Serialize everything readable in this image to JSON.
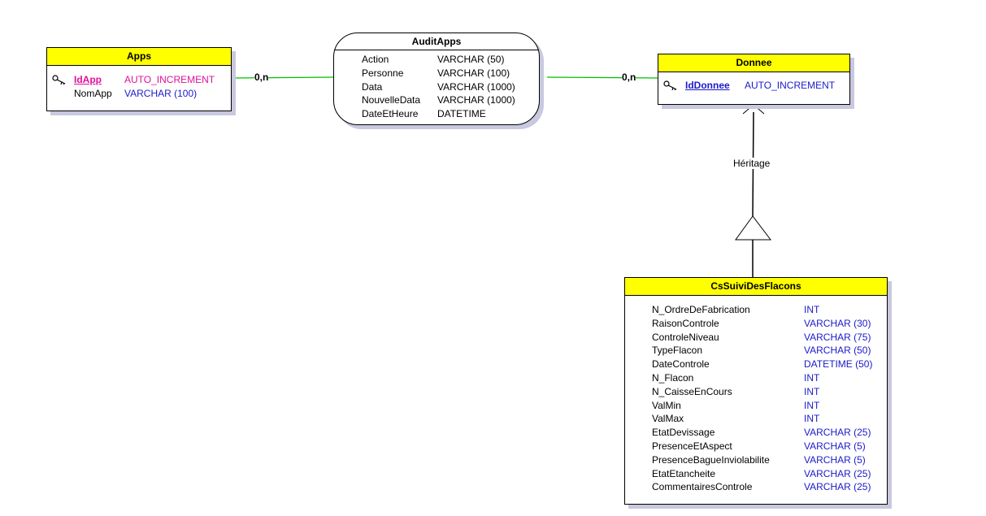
{
  "colors": {
    "header": "#ffff00",
    "link": "#00c000",
    "blue_type": "#1a1acc",
    "magenta_pk": "#e0109a",
    "blue_pk": "#1a1acc"
  },
  "entities": {
    "apps": {
      "title": "Apps",
      "pk": {
        "name": "IdApp",
        "type": "AUTO_INCREMENT"
      },
      "fields": [
        {
          "name": "NomApp",
          "type": "VARCHAR (100)"
        }
      ]
    },
    "donnee": {
      "title": "Donnee",
      "pk": {
        "name": "IdDonnee",
        "type": "AUTO_INCREMENT"
      }
    },
    "cssuivi": {
      "title": "CsSuiviDesFlacons",
      "fields": [
        {
          "name": "N_OrdreDeFabrication",
          "type": "INT"
        },
        {
          "name": "RaisonControle",
          "type": "VARCHAR (30)"
        },
        {
          "name": "ControleNiveau",
          "type": "VARCHAR (75)"
        },
        {
          "name": "TypeFlacon",
          "type": "VARCHAR (50)"
        },
        {
          "name": "DateControle",
          "type": "DATETIME (50)"
        },
        {
          "name": "N_Flacon",
          "type": "INT"
        },
        {
          "name": "N_CaisseEnCours",
          "type": "INT"
        },
        {
          "name": "ValMin",
          "type": "INT"
        },
        {
          "name": "ValMax",
          "type": "INT"
        },
        {
          "name": "EtatDevissage",
          "type": "VARCHAR (25)"
        },
        {
          "name": "PresenceEtAspect",
          "type": "VARCHAR (5)"
        },
        {
          "name": "PresenceBagueInviolabilite",
          "type": "VARCHAR (5)"
        },
        {
          "name": "EtatEtancheite",
          "type": "VARCHAR (25)"
        },
        {
          "name": "CommentairesControle",
          "type": "VARCHAR (25)"
        }
      ]
    }
  },
  "association": {
    "title": "AuditApps",
    "fields": [
      {
        "name": "Action",
        "type": "VARCHAR (50)"
      },
      {
        "name": "Personne",
        "type": "VARCHAR (100)"
      },
      {
        "name": "Data",
        "type": "VARCHAR (1000)"
      },
      {
        "name": "NouvelleData",
        "type": "VARCHAR (1000)"
      },
      {
        "name": "DateEtHeure",
        "type": "DATETIME"
      }
    ]
  },
  "cardinalities": {
    "apps_side": "0,n",
    "donnee_side": "0,n"
  },
  "inheritance_label": "Héritage"
}
